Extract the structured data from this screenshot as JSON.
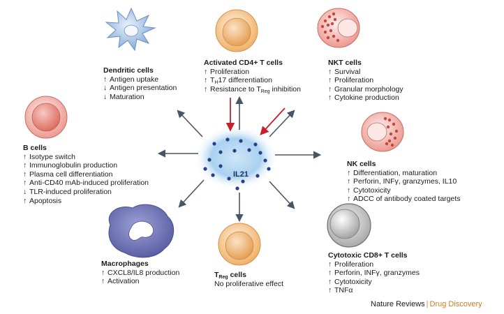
{
  "center": {
    "label": "IL21"
  },
  "cells": {
    "dendritic": {
      "title": "Dendritic cells",
      "effects": [
        {
          "dir": "↑",
          "text": "Antigen uptake"
        },
        {
          "dir": "↓",
          "text": "Antigen presentation"
        },
        {
          "dir": "↓",
          "text": "Maturation"
        }
      ]
    },
    "cd4": {
      "title": "Activated CD4+ T cells",
      "effects": [
        {
          "dir": "↑",
          "text": "Proliferation"
        },
        {
          "dir": "↑",
          "pre": "T",
          "sub": "H",
          "post": "17 differentiation"
        },
        {
          "dir": "↑",
          "pre": "Resistance to T",
          "sub": "Reg",
          "post": " inhibition"
        }
      ]
    },
    "nkt": {
      "title": "NKT cells",
      "effects": [
        {
          "dir": "↑",
          "text": "Survival"
        },
        {
          "dir": "↑",
          "text": "Proliferation"
        },
        {
          "dir": "↑",
          "text": "Granular morphology"
        },
        {
          "dir": "↑",
          "text": "Cytokine production"
        }
      ]
    },
    "bcells": {
      "title": "B cells",
      "effects": [
        {
          "dir": "↑",
          "text": "Isotype switch"
        },
        {
          "dir": "↑",
          "text": "Immunoglobulin production"
        },
        {
          "dir": "↑",
          "text": "Plasma cell differentiation"
        },
        {
          "dir": "↑",
          "text": "Anti-CD40 mAb-induced proliferation"
        },
        {
          "dir": "↓",
          "text": "TLR-induced proliferation"
        },
        {
          "dir": "↑",
          "text": "Apoptosis"
        }
      ]
    },
    "nk": {
      "title": "NK cells",
      "effects": [
        {
          "dir": "↑",
          "text": "Differentiation, maturation"
        },
        {
          "dir": "↑",
          "text": "Perforin, INFγ, granzymes, IL10"
        },
        {
          "dir": "↑",
          "text": "Cytotoxicity"
        },
        {
          "dir": "↑",
          "text": "ADCC of antibody coated targets"
        }
      ]
    },
    "macrophages": {
      "title": "Macrophages",
      "effects": [
        {
          "dir": "↑",
          "text": "CXCL8/IL8 production"
        },
        {
          "dir": "↑",
          "text": "Activation"
        }
      ]
    },
    "treg": {
      "title_pre": "T",
      "title_sub": "Reg",
      "title_post": " cells",
      "effects": [
        {
          "dir": "",
          "text": "No proliferative effect"
        }
      ]
    },
    "cd8": {
      "title": "Cytotoxic CD8+ T cells",
      "effects": [
        {
          "dir": "↑",
          "text": "Proliferation"
        },
        {
          "dir": "↑",
          "text": "Perforin, INFγ, granzymes"
        },
        {
          "dir": "↑",
          "text": "Cytotoxicity"
        },
        {
          "dir": "↑",
          "text": "TNFα"
        }
      ]
    }
  },
  "credit": {
    "journal": "Nature Reviews",
    "section": "Drug Discovery"
  },
  "colors": {
    "arrow": "#4a5467",
    "inhibit_arrow": "#c8202a",
    "il21_glow": "#9ecbee",
    "particle": "#2c3f86",
    "dendritic": "#8fb3dc",
    "orange_cell": "#f2b56b",
    "pink_cell": "#ea8a80",
    "macrophage": "#6a6fb0",
    "cd8_gray": "#b8b8b8"
  }
}
